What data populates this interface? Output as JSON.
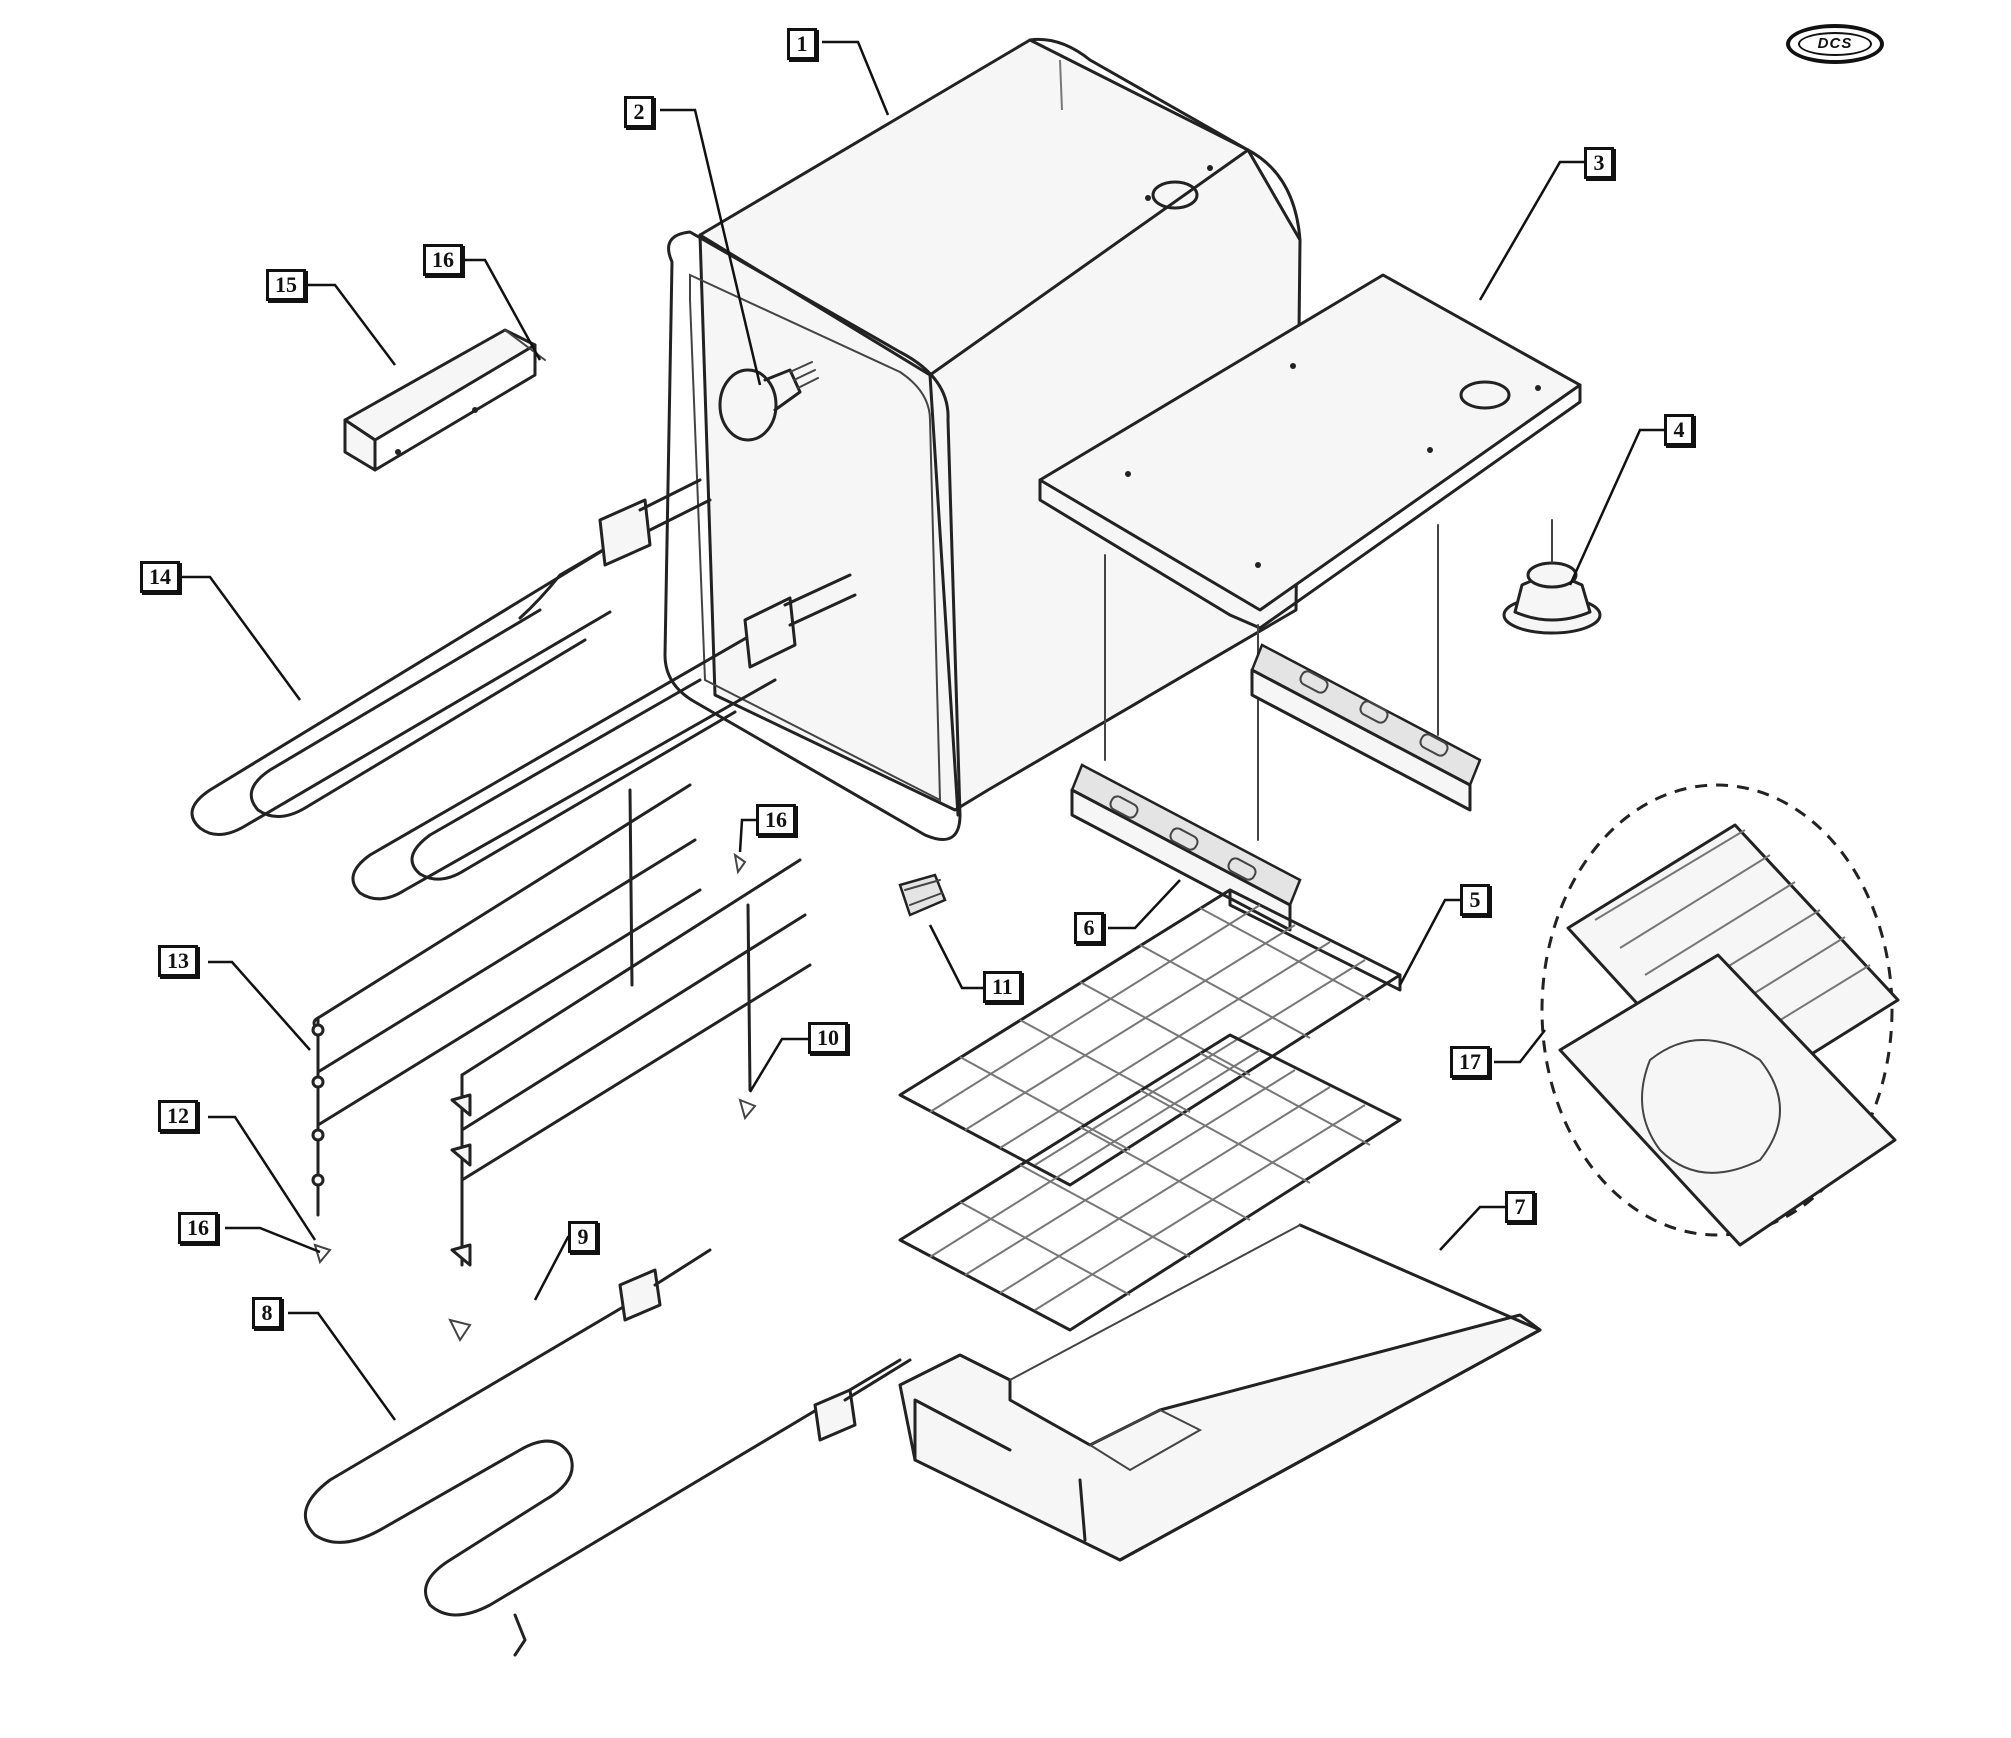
{
  "logo": {
    "text": "DCS"
  },
  "callouts": [
    "1",
    "2",
    "3",
    "4",
    "5",
    "6",
    "7",
    "8",
    "9",
    "10",
    "11",
    "12",
    "13",
    "14",
    "15",
    "16",
    "16",
    "16",
    "17"
  ]
}
